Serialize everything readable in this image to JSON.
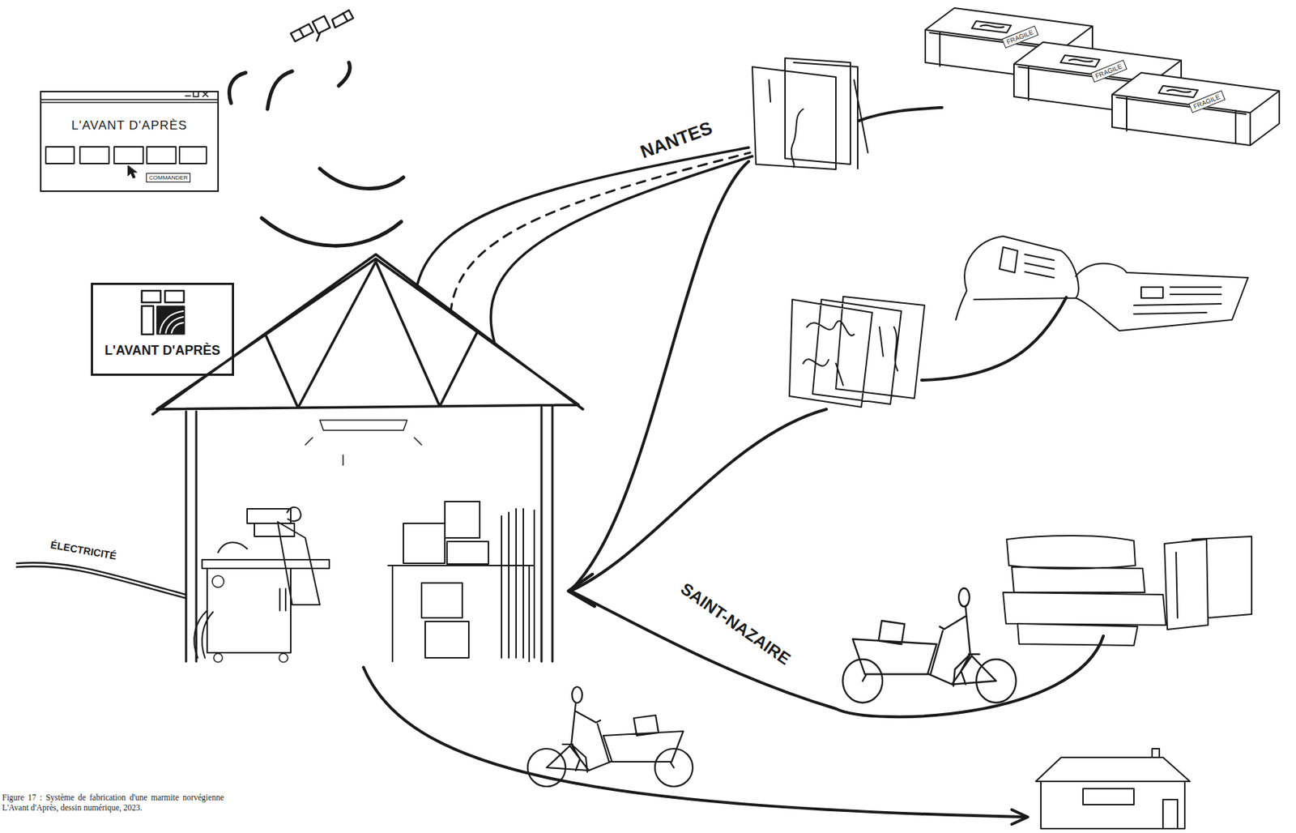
{
  "diagram": {
    "caption": "Figure 17 : Système de fabrication d'une marmite norvégienne L'Avant d'Après, dessin numérique, 2023.",
    "nodes": [
      {
        "text": [
          "L'AVANT D'APRÈS"
        ]
      },
      {
        "text": [
          "COMMANDER"
        ],
        "in": 0
      },
      {
        "text": [
          "L'AVANT D'APRÈS"
        ]
      },
      {
        "text": [
          "FRAGILE"
        ]
      },
      {
        "text": [
          "FRAGILE"
        ]
      },
      {
        "text": [
          "FRAGILE"
        ]
      }
    ],
    "labels": [
      "NANTES",
      "SAINT-NAZAIRE",
      "ÉLECTRICITÉ"
    ]
  }
}
